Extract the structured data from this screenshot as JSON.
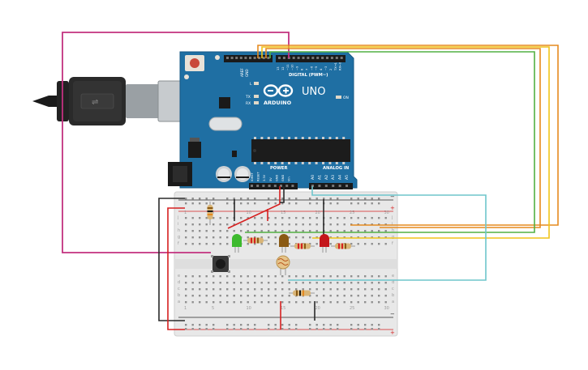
{
  "colors": {
    "board_blue": "#1f6fa3",
    "board_dark": "#175a86",
    "wire_magenta": "#c2317f",
    "wire_orange": "#e68a1f",
    "wire_yellow": "#f0c419",
    "wire_green": "#52b043",
    "wire_cyan": "#6ec6cc",
    "wire_red": "#d62020",
    "wire_black": "#2a2a2a",
    "led_green": "#3dba2e",
    "led_brown": "#8a5a14",
    "led_red": "#c4161c",
    "breadboard": "#e8e8e8"
  },
  "arduino": {
    "model": "UNO",
    "brand": "ARDUINO",
    "digital_header": "DIGITAL (PWM~)",
    "power_header": "POWER",
    "analog_header": "ANALOG IN",
    "on_label": "ON",
    "l_label": "L",
    "tx_label": "TX",
    "rx_label": "RX",
    "aref_label": "AREF",
    "gnd_label": "GND",
    "analog_pins": [
      "A0",
      "A1",
      "A2",
      "A3",
      "A4",
      "A5"
    ],
    "power_pins": [
      "IOREF",
      "RESET",
      "3.3V",
      "5V",
      "GND",
      "GND",
      "Vin"
    ],
    "digital_pins": [
      "13",
      "12",
      "~11",
      "~10",
      "~9",
      "8",
      "7",
      "~6",
      "~5",
      "4",
      "~3",
      "2",
      "TX→1",
      "RX←0"
    ]
  },
  "breadboard": {
    "row_letters_top": [
      "j",
      "i",
      "h",
      "g",
      "f"
    ],
    "row_letters_bottom": [
      "e",
      "d",
      "c",
      "b",
      "a"
    ],
    "column_numbers": [
      "1",
      "5",
      "10",
      "15",
      "20",
      "25",
      "30"
    ],
    "rail_plus": "+",
    "rail_minus": "−"
  },
  "components": {
    "leds": [
      {
        "name": "green-led",
        "color": "led_green"
      },
      {
        "name": "yellow-led",
        "color": "led_brown"
      },
      {
        "name": "red-led",
        "color": "led_red"
      }
    ],
    "resistor_count": 5,
    "has_pushbutton": true,
    "has_photoresistor": true,
    "usb_cable": "usb-b"
  }
}
